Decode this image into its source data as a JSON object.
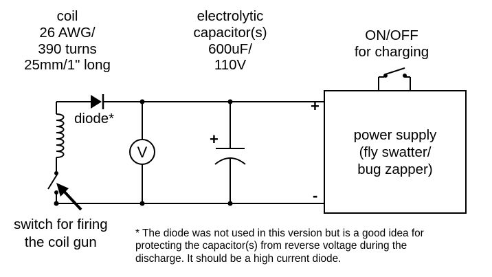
{
  "labels": {
    "coil": [
      "coil",
      "26 AWG/",
      "390 turns",
      "25mm/1\" long"
    ],
    "capacitor": [
      "electrolytic",
      "capacitor(s)",
      "600uF/",
      "110V"
    ],
    "onoff": [
      "ON/OFF",
      "for charging"
    ],
    "diode": "diode*",
    "voltmeter": "V",
    "power_supply": [
      "power supply",
      "(fly swatter/",
      "bug zapper)"
    ],
    "switch": [
      "switch for firing",
      "the coil gun"
    ],
    "psu_plus": "+",
    "psu_minus": "-",
    "cap_plus": "+",
    "note": [
      "* The diode was not used in this version but is a good idea for",
      "protecting the capacitor(s) from reverse voltage during the",
      "discharge. It should be a high current diode."
    ]
  }
}
